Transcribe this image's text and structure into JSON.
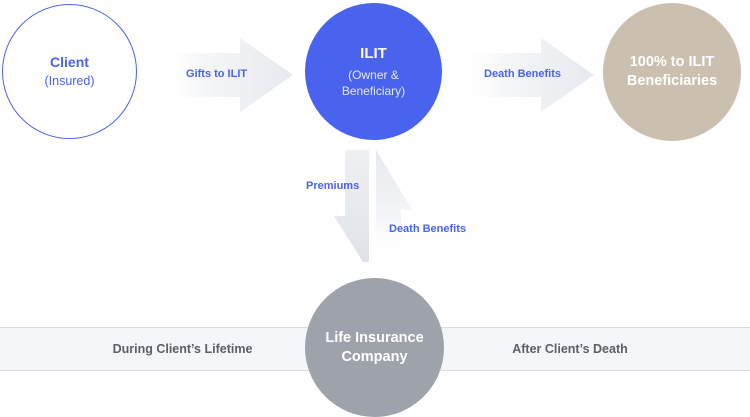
{
  "nodes": {
    "client": {
      "title": "Client",
      "subtitle": "(Insured)"
    },
    "ilit": {
      "title": "ILIT",
      "subtitle_line1": "(Owner &",
      "subtitle_line2": "Beneficiary)"
    },
    "beneficiaries": {
      "title_line1": "100% to ILIT",
      "title_line2": "Beneficiaries"
    },
    "insurer": {
      "title_line1": "Life Insurance",
      "title_line2": "Company"
    }
  },
  "flows": {
    "gifts": "Gifts to ILIT",
    "death_benefits_right": "Death Benefits",
    "premiums": "Premiums",
    "death_benefits_up": "Death Benefits"
  },
  "timeline": {
    "left": "During Client’s Lifetime",
    "right": "After Client’s Death"
  },
  "colors": {
    "primary": "#4a63ef",
    "beige": "#cbc0af",
    "gray": "#9ea2ab",
    "band": "#f4f6f8"
  }
}
